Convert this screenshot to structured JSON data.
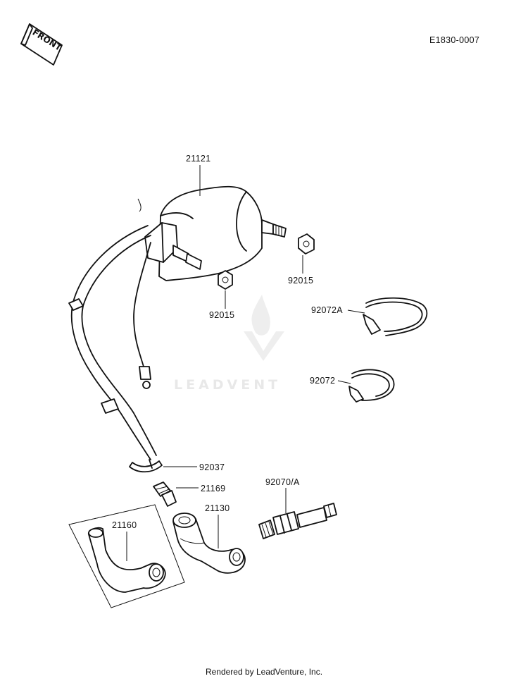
{
  "diagram_id": "E1830-0007",
  "front_label": "FRONT",
  "watermark": "LEADVENT",
  "footer": "Rendered by LeadVenture, Inc.",
  "parts": {
    "ignition_coil": "21121",
    "nut_upper": "92015",
    "nut_lower": "92015",
    "band_a": "92072A",
    "band": "92072",
    "clamp": "92037",
    "connector": "21169",
    "plug_cap": "21130",
    "plug_cap_alt": "21160",
    "spark_plug": "92070/A"
  }
}
